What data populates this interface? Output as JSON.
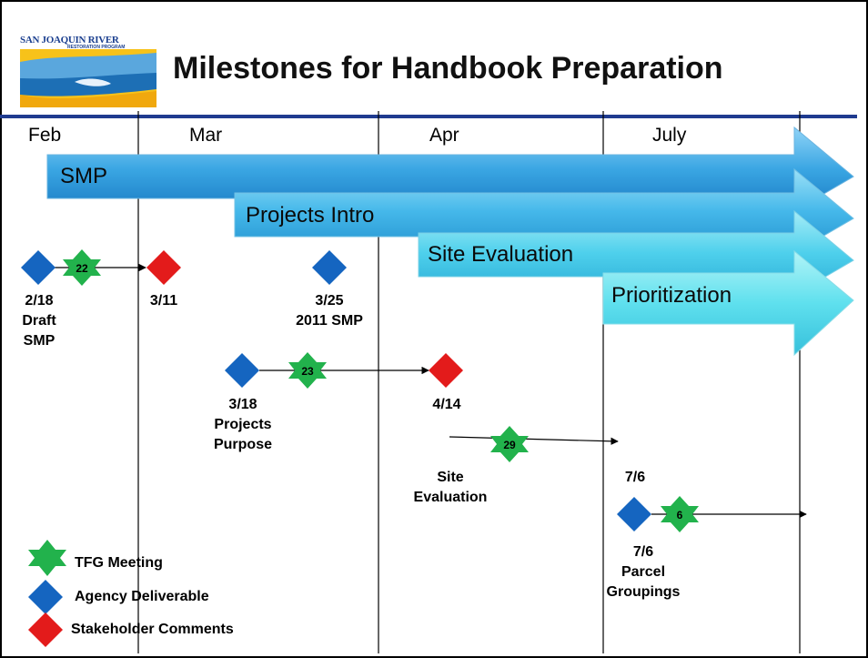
{
  "title": "Milestones for Handbook Preparation",
  "logo": {
    "title": "SAN JOAQUIN RIVER",
    "subtitle": "RESTORATION PROGRAM"
  },
  "months": [
    "Feb",
    "Mar",
    "Apr",
    "July"
  ],
  "phases": [
    {
      "label": "SMP"
    },
    {
      "label": "Projects Intro"
    },
    {
      "label": "Site Evaluation"
    },
    {
      "label": "Prioritization"
    }
  ],
  "milestones": {
    "m1": {
      "lines": [
        "2/18",
        "Draft",
        "SMP"
      ]
    },
    "m2": {
      "lines": [
        "3/11"
      ]
    },
    "m3": {
      "lines": [
        "3/25",
        "2011 SMP"
      ]
    },
    "m4": {
      "lines": [
        "3/18",
        "Projects",
        "Purpose"
      ]
    },
    "m5": {
      "lines": [
        "4/14"
      ]
    },
    "m6": {
      "lines": [
        "Site",
        "Evaluation"
      ]
    },
    "m7": {
      "lines": [
        "7/6"
      ]
    },
    "m8": {
      "lines": [
        "7/6",
        "Parcel",
        "Groupings"
      ]
    }
  },
  "meetings": [
    "22",
    "23",
    "29",
    "6"
  ],
  "legend": [
    {
      "label": "TFG Meeting",
      "icon": "green-star-icon"
    },
    {
      "label": "Agency Deliverable",
      "icon": "blue-diamond-icon"
    },
    {
      "label": "Stakeholder Comments",
      "icon": "red-diamond-icon"
    }
  ],
  "colors": {
    "tfg_meeting": "#22b24c",
    "agency_deliverable": "#1565c0",
    "stakeholder_comments": "#e31b1b",
    "rule": "#1f3b8f"
  }
}
